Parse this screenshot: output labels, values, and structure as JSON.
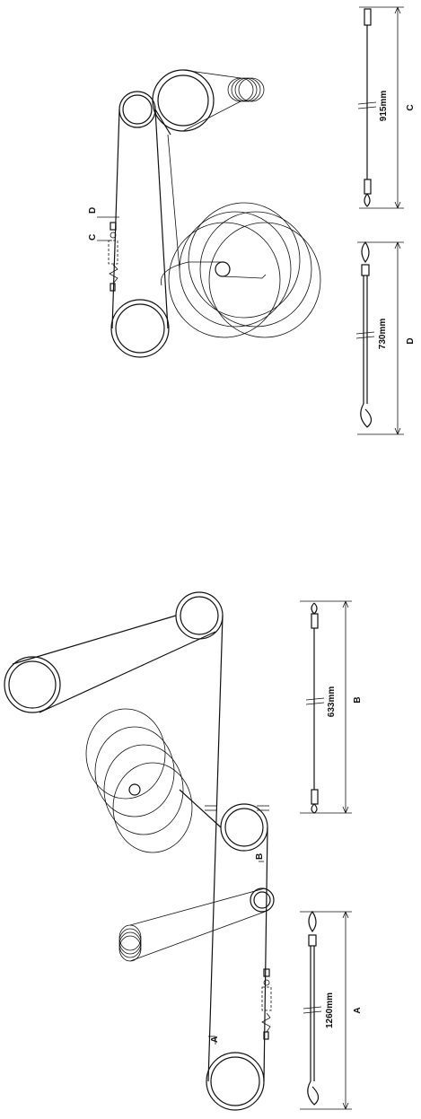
{
  "callouts": {
    "upper_C": "C",
    "upper_D": "D",
    "lower_A": "A",
    "lower_B": "B"
  },
  "cables": {
    "D": {
      "length": "730mm",
      "letter": "D"
    },
    "C": {
      "length": "915mm",
      "letter": "C"
    },
    "A": {
      "length": "1260mm",
      "letter": "A"
    },
    "B": {
      "length": "633mm",
      "letter": "B"
    }
  }
}
